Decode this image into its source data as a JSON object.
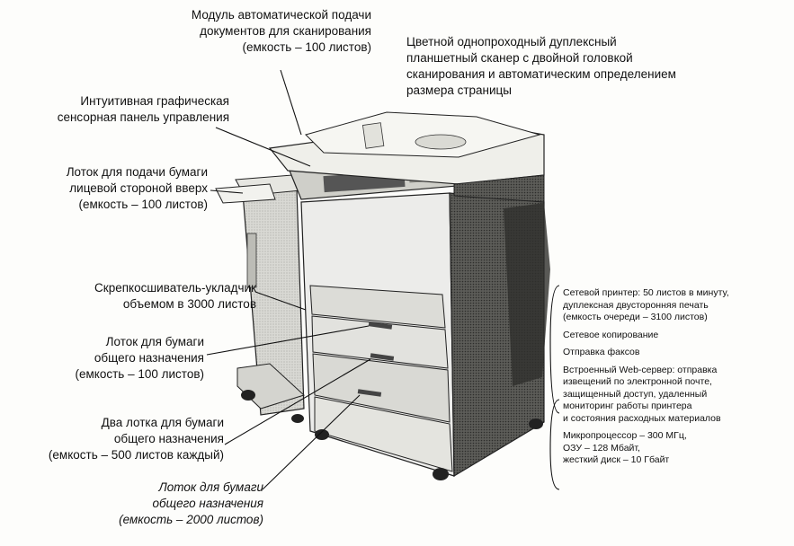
{
  "labels": {
    "adf": [
      "Модуль автоматической подачи",
      "документов для сканирования",
      "(емкость – 100 листов)"
    ],
    "scanner": [
      "Цветной однопроходный дуплексный",
      "планшетный сканер с двойной головкой",
      "сканирования и автоматическим определением",
      "размера страницы"
    ],
    "panel": [
      "Интуитивная графическая",
      "сенсорная панель управления"
    ],
    "face_up_tray": [
      "Лоток для подачи бумаги",
      "лицевой стороной вверх",
      "(емкость – 100 листов)"
    ],
    "stapler": [
      "Скрепкосшиватель-укладчик",
      "объемом в 3000 листов"
    ],
    "general_tray": [
      "Лоток для бумаги",
      "общего назначения",
      "(емкость – 100 листов)"
    ],
    "two_trays": [
      "Два лотка для бумаги",
      "общего назначения",
      "(емкость – 500 листов каждый)"
    ],
    "big_tray": [
      "Лоток для бумаги",
      "общего назначения",
      "(емкость – 2000 листов)"
    ]
  },
  "specs": {
    "printer": [
      "Сетевой принтер: 50 листов в минуту,",
      "дуплексная двусторонняя печать",
      "(емкость очереди – 3100 листов)"
    ],
    "copy": [
      "Сетевое копирование"
    ],
    "fax": [
      "Отправка факсов"
    ],
    "web": [
      "Встроенный Web-сервер: отправка",
      "извещений по электронной почте,",
      "защищенный доступ, удаленный",
      "мониторинг работы принтера",
      "и состояния расходных материалов"
    ],
    "cpu": [
      "Микропроцессор – 300 МГц,",
      "ОЗУ – 128 Мбайт,",
      "жесткий диск – 10 Гбайт"
    ]
  },
  "colors": {
    "ink": "#111111",
    "body_light": "#e8e8e4",
    "body_mid": "#bdbdb8",
    "body_dark": "#6f6f6a",
    "shadow": "#3a3a38"
  }
}
